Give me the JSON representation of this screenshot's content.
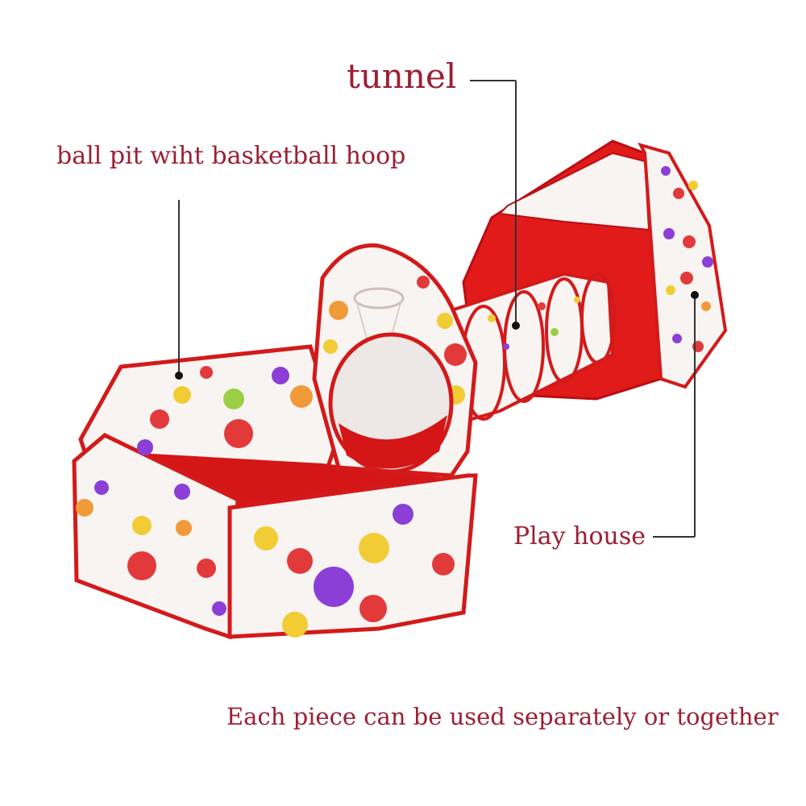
{
  "labels": {
    "tunnel": "tunnel",
    "ball_pit": "ball pit wiht basketball hoop",
    "play_house": "Play house",
    "caption": "Each piece can be used separately or together"
  },
  "colors": {
    "label_text": "#9c1f33",
    "leader_line": "#333333",
    "tent_red": "#e11a1a",
    "tent_dark_red": "#b80f14",
    "mesh_white": "#f8f4f2",
    "dot_red": "#e23a3a",
    "dot_yellow": "#f2cc35",
    "dot_purple": "#8b3fd6",
    "dot_orange": "#f09a3a",
    "dot_green": "#9bcf45"
  }
}
